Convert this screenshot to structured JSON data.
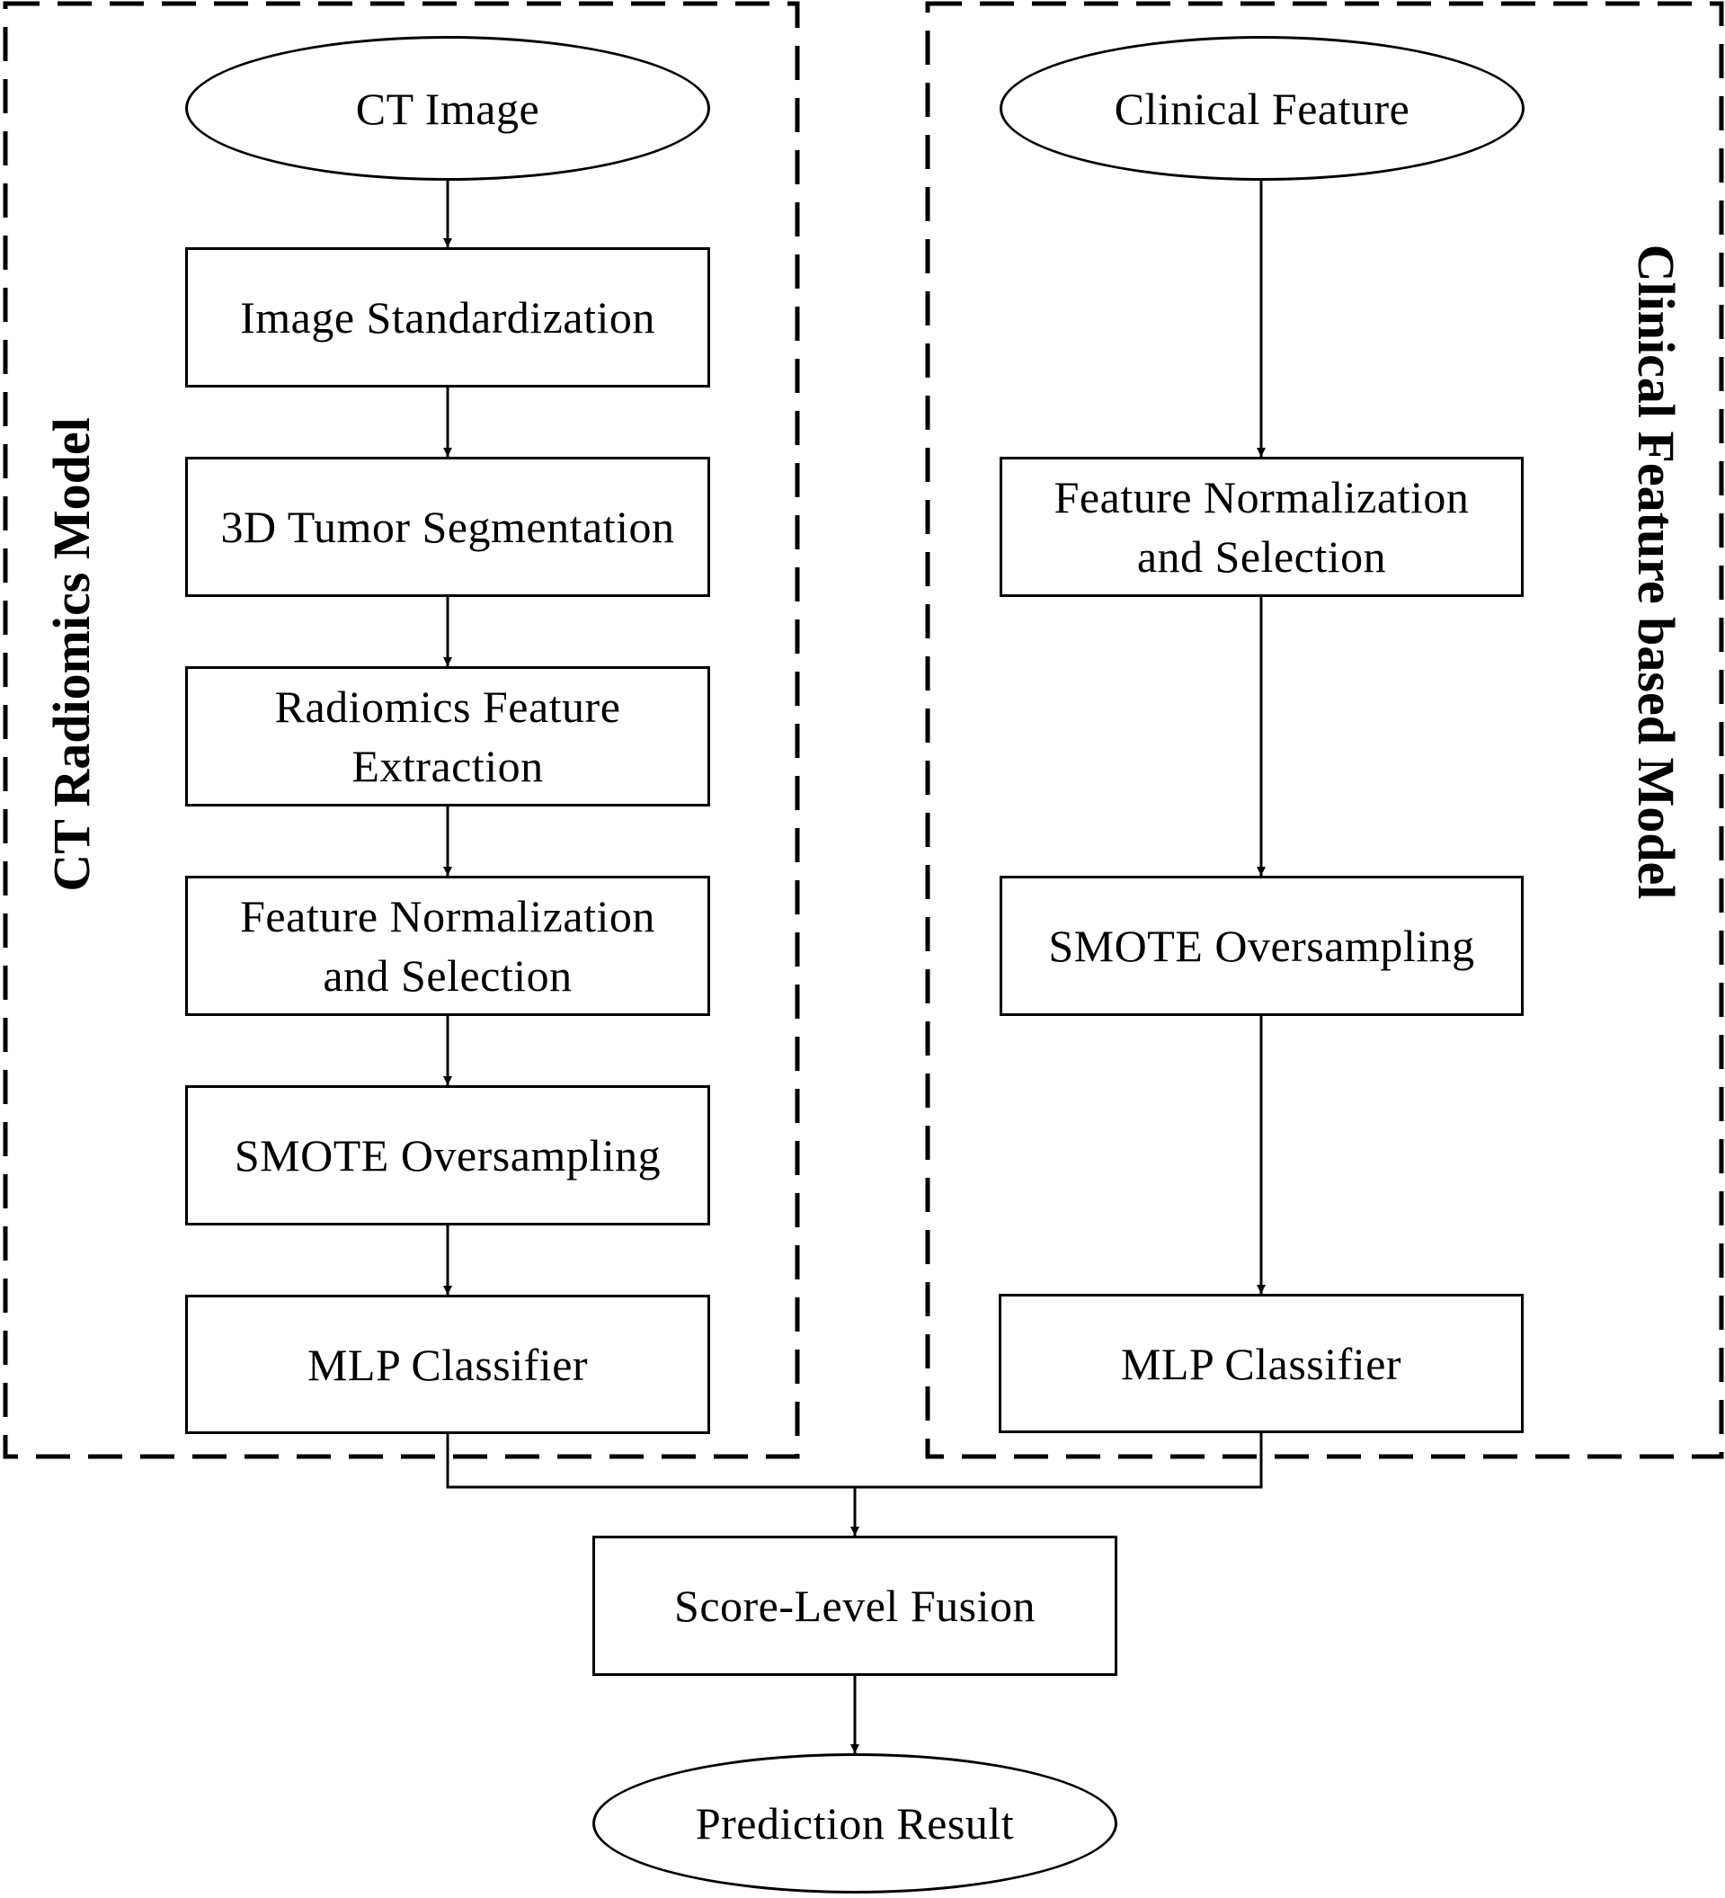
{
  "left_panel": {
    "title": "CT Radiomics Model",
    "start": "CT Image",
    "steps": [
      "Image Standardization",
      "3D Tumor Segmentation",
      "Radiomics Feature Extraction",
      "Feature Normalization and Selection",
      "SMOTE Oversampling",
      "MLP Classifier"
    ]
  },
  "right_panel": {
    "title": "Clinical Feature based Model",
    "start": "Clinical Feature",
    "steps": [
      "Feature Normalization and Selection",
      "SMOTE Oversampling",
      "MLP Classifier"
    ]
  },
  "fusion": "Score-Level Fusion",
  "result": "Prediction Result"
}
